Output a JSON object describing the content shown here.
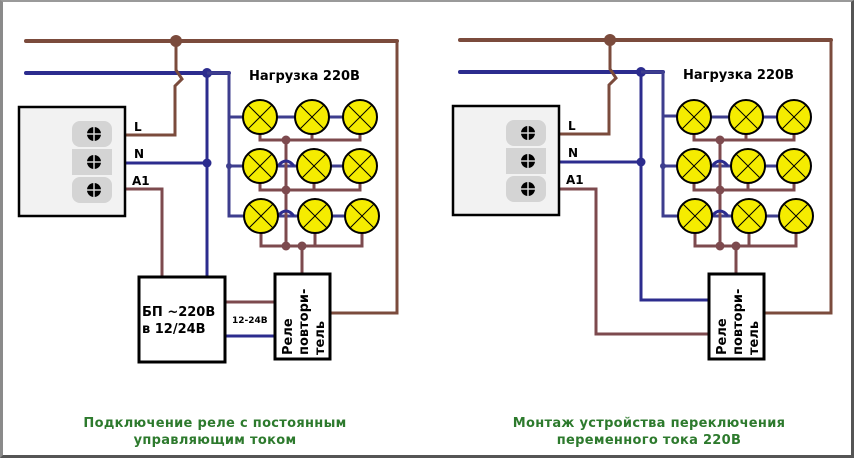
{
  "colors": {
    "phase_wire": "#7b4b3c",
    "neutral_wire": "#2c2c8e",
    "lamp_return_wire": "#7d4a4e",
    "lamp_fill": "#f5ec00",
    "caption": "#2d7a2d"
  },
  "left_diagram": {
    "load_label": "Нагрузка 220В",
    "terminals": [
      "L",
      "N",
      "A1"
    ],
    "psu_label_line1": "БП ~220В",
    "psu_label_line2": "в 12/24В",
    "dc_voltage_label": "12-24В",
    "relay_label_line1": "Реле",
    "relay_label_line2": "повтори-",
    "relay_label_line3": "тель",
    "caption_line1": "Подключение реле с постоянным",
    "caption_line2": "управляющим током"
  },
  "right_diagram": {
    "load_label": "Нагрузка 220В",
    "terminals": [
      "L",
      "N",
      "A1"
    ],
    "relay_label_line1": "Реле",
    "relay_label_line2": "повтори-",
    "relay_label_line3": "тель",
    "caption_line1": "Монтаж устройства переключения",
    "caption_line2": "переменного тока 220В"
  },
  "lamp_grid": {
    "rows": 3,
    "cols": 3
  }
}
